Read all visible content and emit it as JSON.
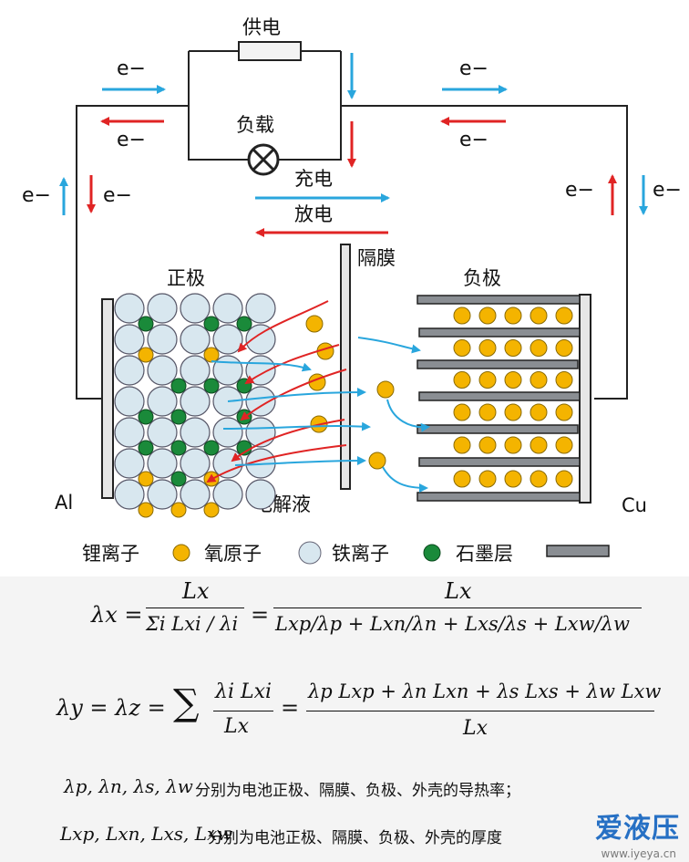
{
  "diagram": {
    "supply_label": "供电",
    "load_label": "负载",
    "charge_label": "充电",
    "discharge_label": "放电",
    "separator_label": "隔膜",
    "cathode_label": "正极",
    "anode_label": "负极",
    "electrolyte_label": "电解液",
    "left_collector_label": "Al",
    "right_collector_label": "Cu",
    "electron_label": "e−",
    "colors": {
      "charge_arrow": "#29a6dd",
      "discharge_arrow": "#e02424",
      "lithium_ion": "#f4b400",
      "oxygen_atom": "#d8e7ef",
      "iron_ion": "#1a8a3a",
      "graphite": "#8a8e93"
    },
    "legend": {
      "lithium_label": "锂离子",
      "oxygen_label": "氧原子",
      "iron_label": "铁离子",
      "graphite_label": "石墨层"
    }
  },
  "formulas": {
    "eq1": {
      "lhs": "λx =",
      "frac1_num": "Lx",
      "frac1_den": "Σi Lxi / λi",
      "eq_sign": "=",
      "frac2_num": "Lx",
      "frac2_den": "Lxp/λp + Lxn/λn + Lxs/λs + Lxw/λw"
    },
    "eq2": {
      "lhs": "λy = λz =",
      "frac1_num": "λi Lxi",
      "frac1_den": "Lx",
      "eq_sign": "=",
      "frac2_num": "λp Lxp + λn Lxn + λs Lxs + λw Lxw",
      "frac2_den": "Lx"
    },
    "note1_symbols": "λp, λn, λs, λw",
    "note1_text": "分别为电池正极、隔膜、负极、外壳的导热率；",
    "note2_symbols": "Lxp, Lxn, Lxs, Lxw",
    "note2_text": "分别为电池正极、隔膜、负极、外壳的厚度"
  },
  "watermark": {
    "brand": "爱液压",
    "url": "www.iyeya.cn"
  }
}
